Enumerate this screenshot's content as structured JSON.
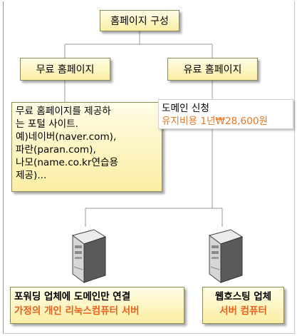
{
  "diagram": {
    "root": {
      "label": "홈페이지 구성"
    },
    "free": {
      "label": "무료 홈페이지"
    },
    "paid": {
      "label": "유료 홈페이지"
    },
    "free_description": {
      "lines": [
        "무료 홈페이지를 제공하",
        "는 포털 사이트.",
        "예)네이버(naver.com),",
        "파란(paran.com),",
        "나모(name.co.kr연습용",
        "제공)..."
      ]
    },
    "domain": {
      "title": "도메인 신청",
      "cost": "유지비용 1년₩28,600원"
    },
    "forwarding": {
      "line1": "포워딩 업체에 도메인만 연결",
      "line2": "가정의 개인 리눅스컴퓨터 서버"
    },
    "hosting": {
      "line1": "웹호스팅 업체",
      "line2": "서버 컴퓨터"
    }
  },
  "colors": {
    "box_fill_top": "#fffde6",
    "box_fill_bottom": "#fbeea3",
    "connector": "#aaaaaa",
    "accent_orange": "#e8601c",
    "cost_orange": "#e87722"
  },
  "icons": [
    "server-tower-icon",
    "server-tower-icon"
  ]
}
